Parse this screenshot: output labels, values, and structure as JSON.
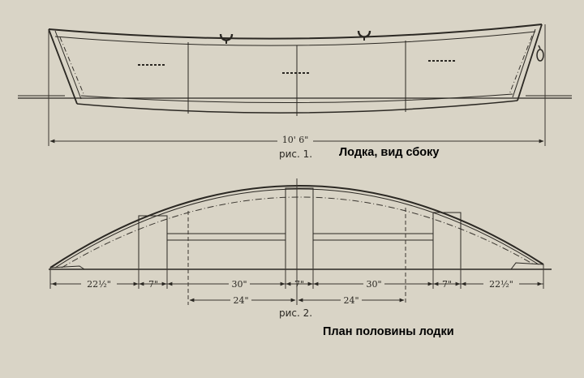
{
  "figure1": {
    "label": "рис. 1.",
    "caption": "Лодка, вид сбоку",
    "overall_length": "10' 6\""
  },
  "figure2": {
    "label": "рис. 2.",
    "caption": "План половины лодки",
    "dims_row1": [
      "22½\"",
      "7\"",
      "30\"",
      "7\"",
      "30\"",
      "7\"",
      "22½\""
    ],
    "dims_row2": [
      "24\"",
      "24\""
    ]
  }
}
